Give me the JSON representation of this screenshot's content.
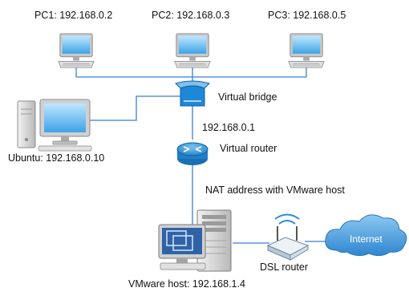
{
  "pcs": [
    {
      "label": "PC1: 192.168.0.2"
    },
    {
      "label": "PC2: 192.168.0.3"
    },
    {
      "label": "PC3: 192.168.0.5"
    }
  ],
  "bridge": {
    "label": "Virtual bridge",
    "ip": "192.168.0.1"
  },
  "ubuntu": {
    "label": "Ubuntu: 192.168.0.10"
  },
  "router": {
    "label": "Virtual router"
  },
  "nat": {
    "label": "NAT address with VMware host"
  },
  "vmhost": {
    "label": "VMware host: 192.168.1.4"
  },
  "dsl": {
    "label": "DSL router"
  },
  "internet": {
    "label": "Internet"
  },
  "colors": {
    "link": "#3b7fd4",
    "router": "#2a8fd6",
    "cloud": "#4a9ee0",
    "bridge": "#1e88d8"
  },
  "icons": [
    "desktop-pc-icon",
    "bridge-icon",
    "router-icon",
    "server-icon",
    "wireless-router-icon",
    "cloud-icon"
  ]
}
